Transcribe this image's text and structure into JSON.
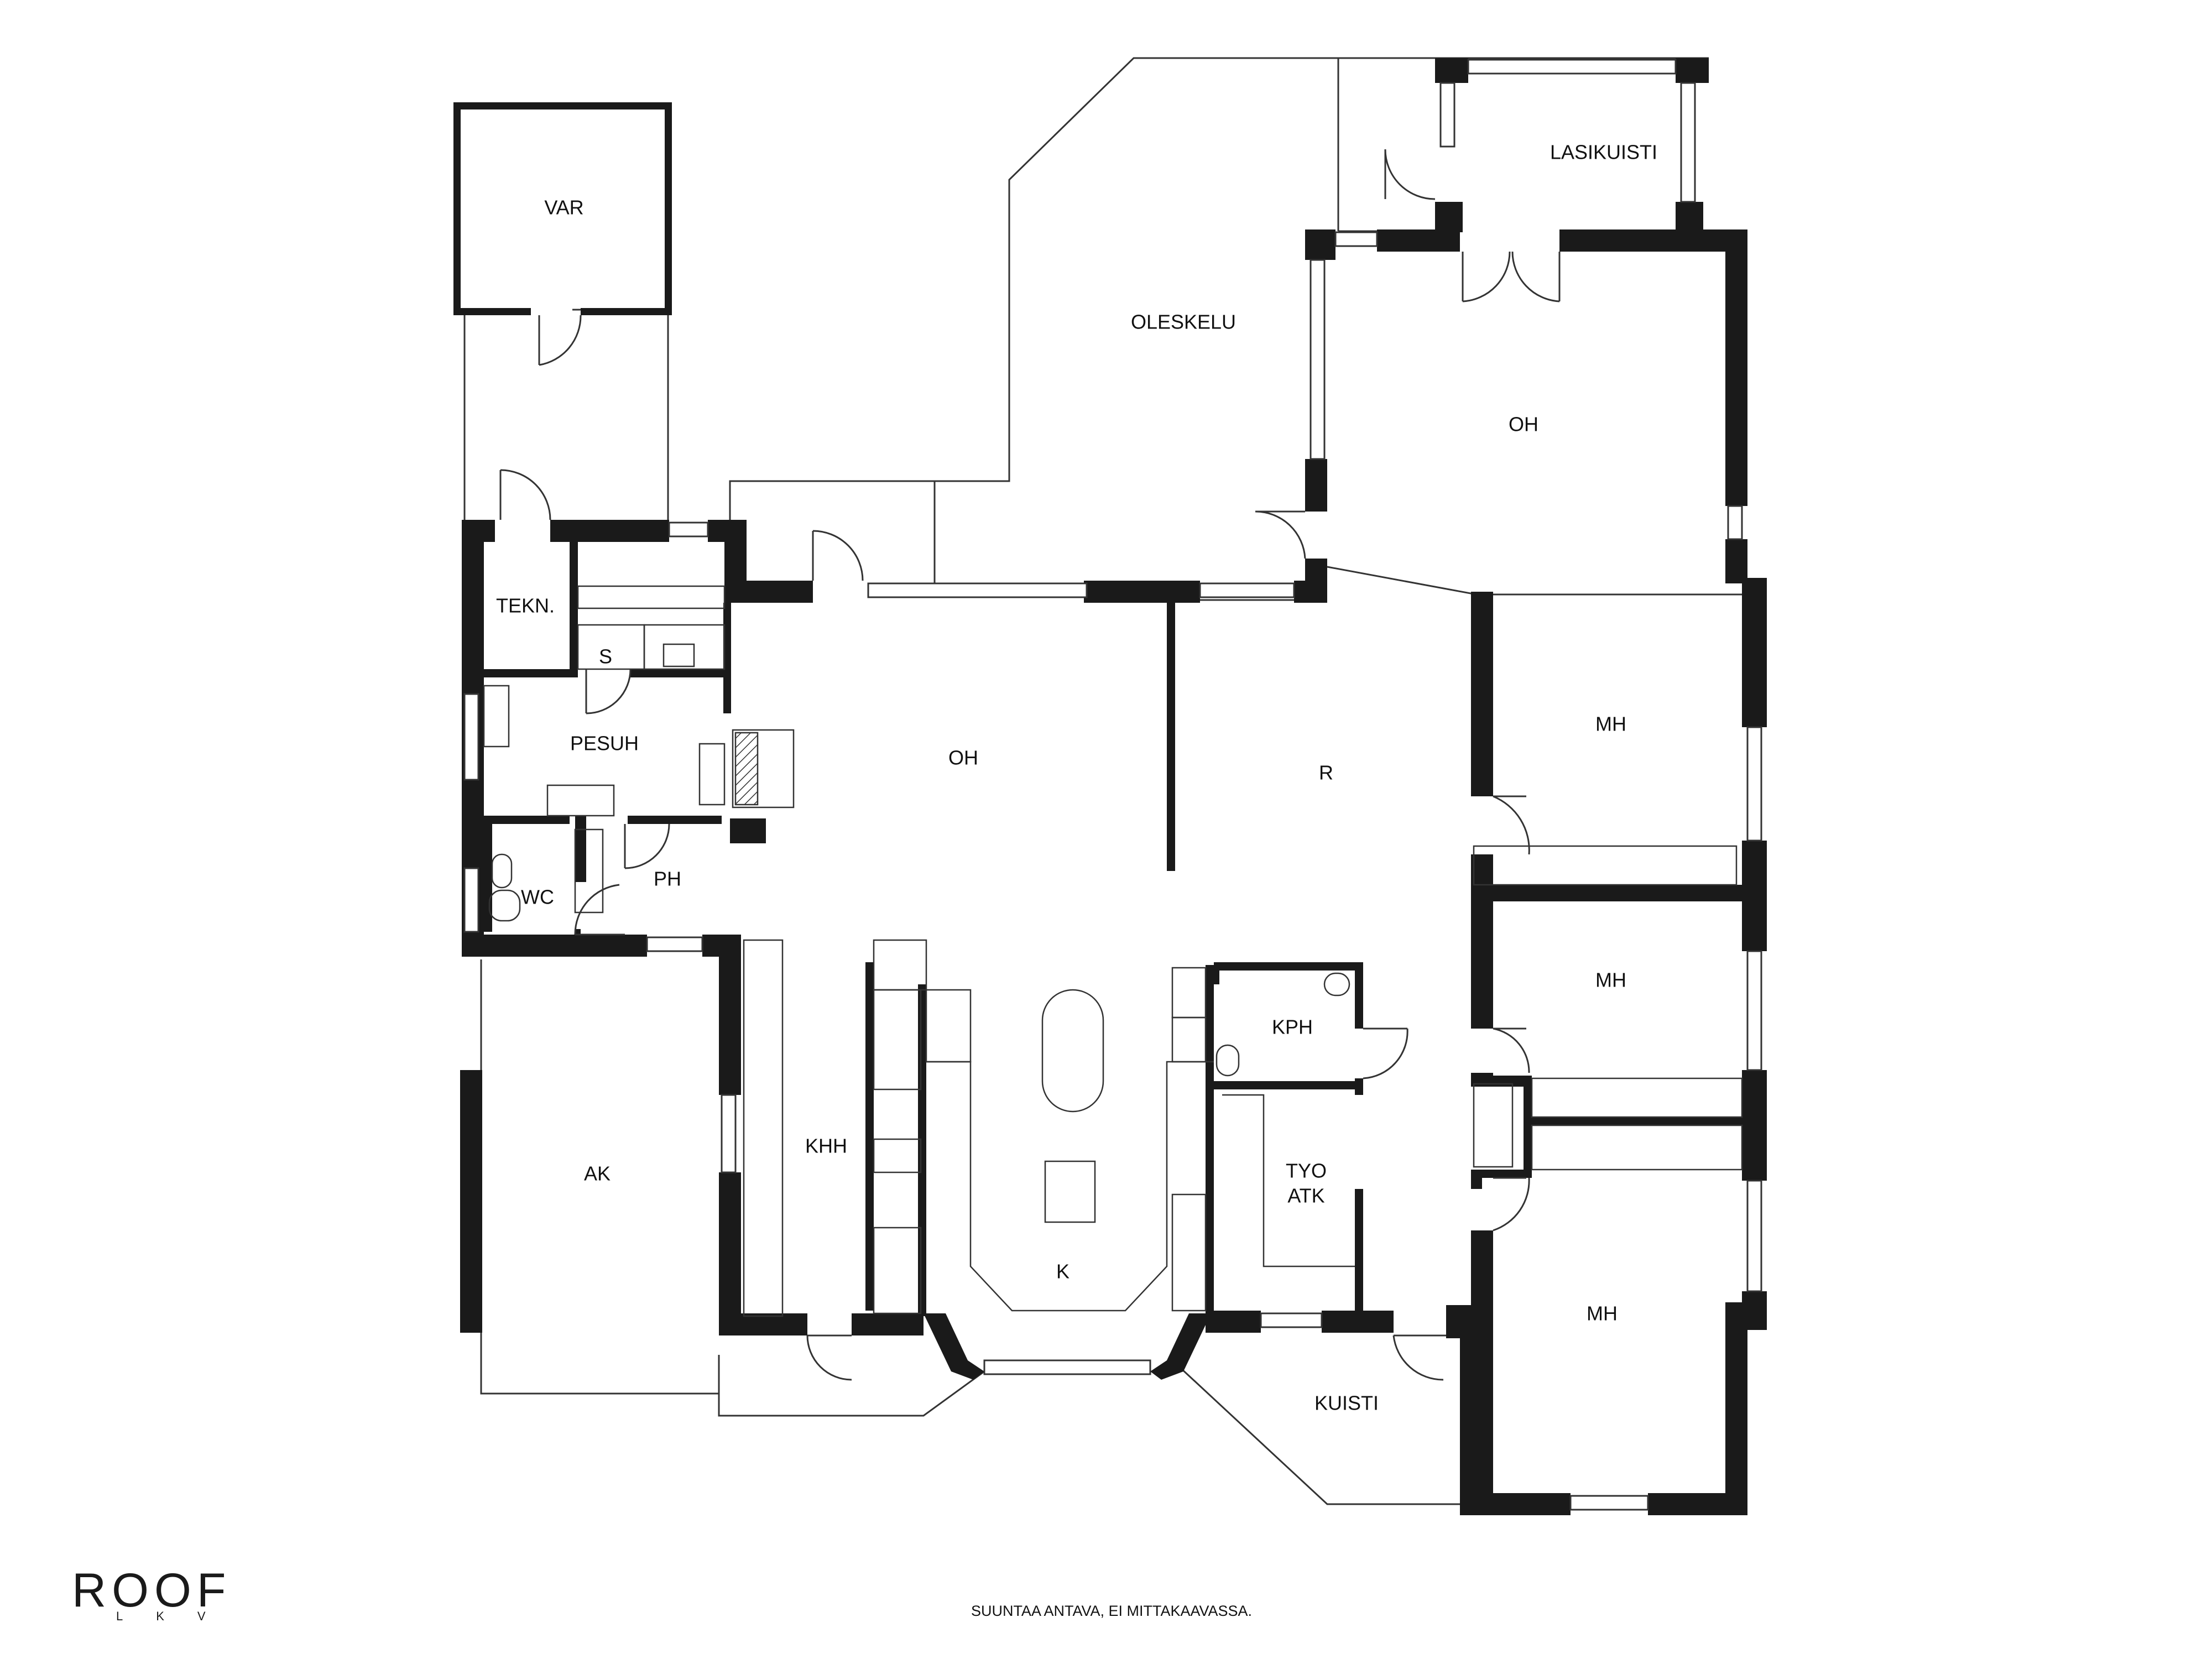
{
  "rooms": {
    "var": "VAR",
    "oleskelu": "OLESKELU",
    "lasikuisti": "LASIKUISTI",
    "oh_top": "OH",
    "tekn": "TEKN.",
    "s": "S",
    "pesuh": "PESUH",
    "oh_main": "OH",
    "r": "R",
    "mh1": "MH",
    "ph": "PH",
    "wc": "WC",
    "mh2": "MH",
    "kph": "KPH",
    "khh": "KHH",
    "ak": "AK",
    "tyo": "TYO",
    "atk": "ATK",
    "k": "K",
    "mh3": "MH",
    "kuisti": "KUISTI"
  },
  "logo": {
    "main": "ROOF",
    "sub": "LKV"
  },
  "footer": {
    "note": "SUUNTAA ANTAVA, EI MITTAKAAVASSA."
  },
  "colors": {
    "wall": "#1a1a1a",
    "line": "#333333",
    "background": "#ffffff"
  }
}
